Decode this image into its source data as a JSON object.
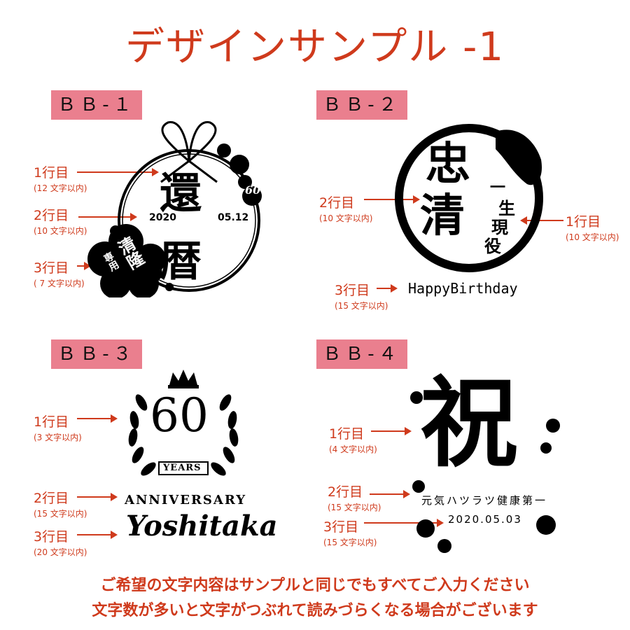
{
  "page": {
    "title": "デザインサンプル -1",
    "colors": {
      "accent": "#cf3a1c",
      "badge_bg": "#ea7f8e",
      "ink": "#000000",
      "background": "#ffffff"
    }
  },
  "designs": [
    {
      "id": "BB-1",
      "badge": "ＢＢ-１",
      "motif": "circular wreath with mizuhiki bow and cherry blossoms",
      "lines": [
        {
          "label": "1行目",
          "limit": "(12 文字以内)"
        },
        {
          "label": "2行目",
          "limit": "(10 文字以内)"
        },
        {
          "label": "3行目",
          "limit": "( 7 文字以内)"
        }
      ],
      "sample": {
        "main": "還暦",
        "main_top": "還",
        "main_bottom": "暦",
        "date_left": "2020",
        "date_right": "05.12",
        "name": "清隆",
        "name_sub": "専用",
        "age": "60"
      }
    },
    {
      "id": "BB-2",
      "badge": "ＢＢ-２",
      "motif": "brush-stroke ensō circle",
      "lines": [
        {
          "label": "1行目",
          "limit": "(10 文字以内)"
        },
        {
          "label": "2行目",
          "limit": "(10 文字以内)"
        },
        {
          "label": "3行目",
          "limit": "(15 文字以内)"
        }
      ],
      "sample": {
        "main_top": "忠",
        "main_bottom": "清",
        "side": "一生現役",
        "side_1": "一",
        "side_2": "生",
        "side_3": "現",
        "side_4": "役",
        "bottom": "HappyBirthday"
      }
    },
    {
      "id": "BB-3",
      "badge": "ＢＢ-３",
      "motif": "laurel wreath with crown",
      "lines": [
        {
          "label": "1行目",
          "limit": "(3 文字以内)"
        },
        {
          "label": "2行目",
          "limit": "(15 文字以内)"
        },
        {
          "label": "3行目",
          "limit": "(20 文字以内)"
        }
      ],
      "sample": {
        "number": "60",
        "ribbon": "YEARS",
        "line2": "ANNIVERSARY",
        "line3": "Yoshitaka"
      }
    },
    {
      "id": "BB-4",
      "badge": "ＢＢ-４",
      "motif": "calligraphy kanji with scattered blossoms",
      "lines": [
        {
          "label": "1行目",
          "limit": "(4 文字以内)"
        },
        {
          "label": "2行目",
          "limit": "(15 文字以内)"
        },
        {
          "label": "3行目",
          "limit": "(15 文字以内)"
        }
      ],
      "sample": {
        "main": "祝",
        "line2": "元気ハツラツ健康第一",
        "line3": "2020.05.03"
      }
    }
  ],
  "notes": [
    "ご希望の文字内容はサンプルと同じでもすべてご入力ください",
    "文字数が多いと文字がつぶれて読みづらくなる場合がございます"
  ]
}
